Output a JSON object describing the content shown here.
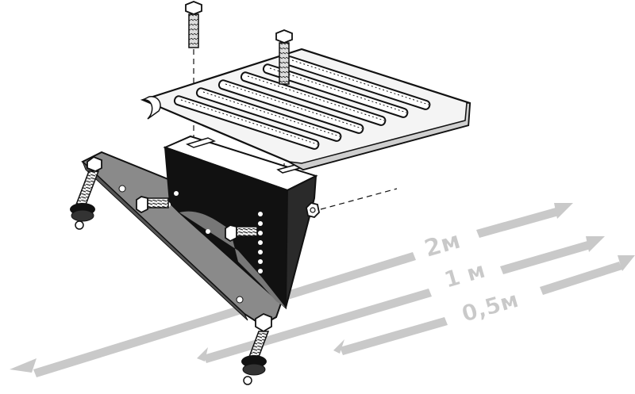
{
  "diagram": {
    "arrows": [
      {
        "id": "arrow-2m",
        "label": "2м"
      },
      {
        "id": "arrow-1m",
        "label": "1 м"
      },
      {
        "id": "arrow-05m",
        "label": "0,5м"
      }
    ],
    "colors": {
      "ink": "#111111",
      "plate": "#8a8a8a",
      "arrow": "#c9c9c9",
      "paper": "#ffffff",
      "grate": "#f4f4f4"
    }
  }
}
